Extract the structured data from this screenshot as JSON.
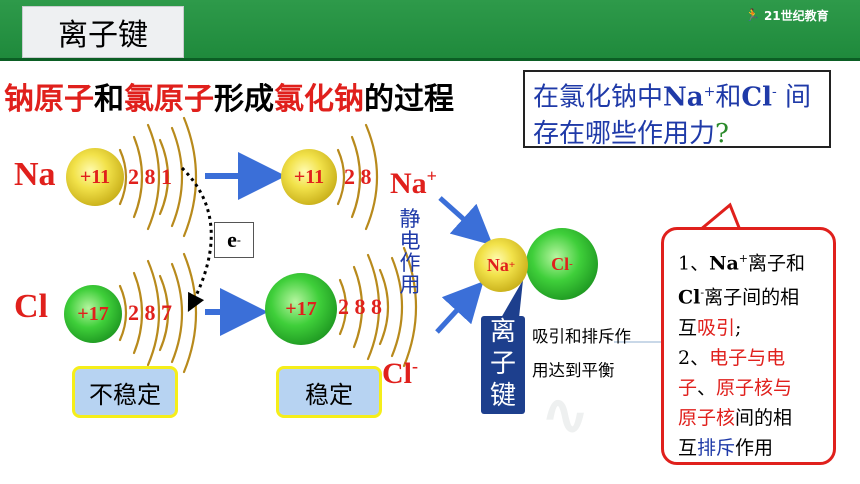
{
  "slide": {
    "title": "离子键",
    "logo_text": "21世纪教育",
    "subtitle": [
      {
        "text": "钠原子",
        "red": true
      },
      {
        "text": "和",
        "red": false
      },
      {
        "text": "氯原子",
        "red": true
      },
      {
        "text": "形成",
        "red": false
      },
      {
        "text": "氯化钠",
        "red": true
      },
      {
        "text": "的过程",
        "red": false
      }
    ],
    "question": {
      "line1_pre": "在氯化钠中",
      "na": "Na",
      "na_sup": "+",
      "mid": "和",
      "cl": "Cl",
      "cl_sup": "-",
      "line1_post": " 间",
      "line2": "存在哪些作用力",
      "q_mark": "?"
    }
  },
  "diagram": {
    "na_label": "Na",
    "cl_label": "Cl",
    "na_nucleus": "+11",
    "cl_nucleus": "+17",
    "na_shells": "2 8 1",
    "na_ion_shells": "2 8",
    "cl_shells": "2 8 7",
    "cl_ion_shells": "2 8 8",
    "na_ion_label": "Na",
    "na_ion_sup": "+",
    "cl_ion_label": "Cl",
    "cl_ion_sup": "-",
    "electron": "e",
    "electron_sup": "-",
    "static_force": "静电作用",
    "unstable": "不稳定",
    "stable": "稳定",
    "pair_na": "Na",
    "pair_na_sup": "+",
    "pair_cl": "Cl",
    "pair_cl_sup": "-",
    "ionic_bond": "离子键",
    "balance_line1": "吸引和排斥作",
    "balance_line2": "用达到平衡"
  },
  "note": {
    "p1_num": "1、",
    "p1_na": "Na",
    "p1_na_sup": "+",
    "p1_a": "离子和",
    "p1_cl": "Cl",
    "p1_cl_sup": "-",
    "p1_b": "离子间的相",
    "p1_c": "互",
    "p1_attract": "吸引",
    "p1_end": ";",
    "p2_num": "2、",
    "p2_red1": "电子与电",
    "p2_red2": "子",
    "p2_sep": "、",
    "p2_red3": "原子核与",
    "p2_red4": "原子核",
    "p2_mid": "间的相",
    "p2_c": "互",
    "p2_repel": "排斥",
    "p2_end": "作用"
  },
  "colors": {
    "red": "#e0201c",
    "blue": "#1f3aa8",
    "green_header": "#2e9a4a",
    "arrow_blue": "#3b6fd8",
    "callout_navy": "#1d3f8d"
  }
}
